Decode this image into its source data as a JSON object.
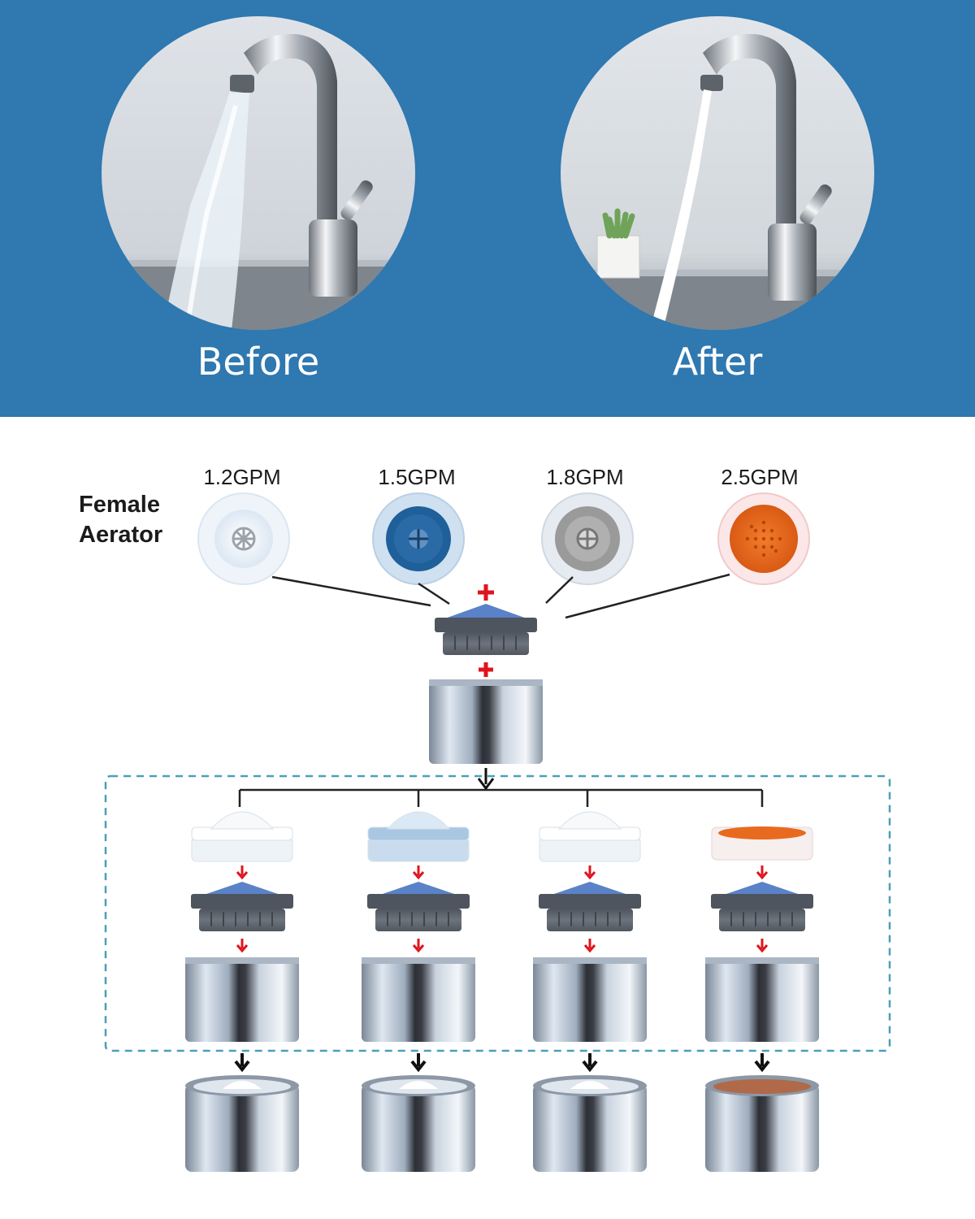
{
  "comparison": {
    "before_label": "Before",
    "after_label": "After"
  },
  "assembly": {
    "side_label_line1": "Female",
    "side_label_line2": "Aerator",
    "flow_rates": [
      "1.2GPM",
      "1.5GPM",
      "1.8GPM",
      "2.5GPM"
    ],
    "colors": {
      "band": "#2f78b0",
      "insert_white": "#eef4fa",
      "insert_blue": "#1f5f9a",
      "insert_gray": "#9a9a9a",
      "insert_orange": "#e86a1e",
      "cone_blue": "#5a82c8",
      "housing_gray": "#5f6670",
      "chrome": "#c9d4e2",
      "plus_red": "#e0141d",
      "dashed_box": "#4aa0b8"
    }
  }
}
